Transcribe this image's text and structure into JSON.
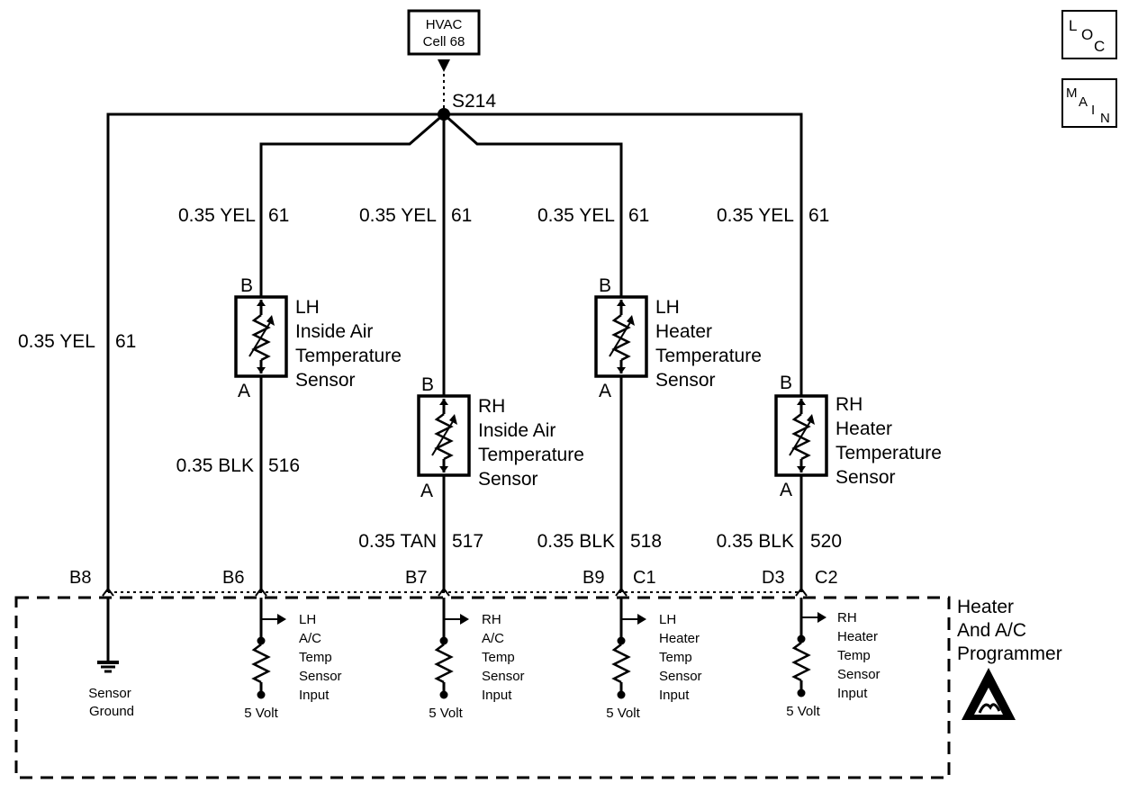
{
  "splice_source": {
    "line1": "HVAC",
    "line2": "Cell 68"
  },
  "splice": {
    "label": "S214"
  },
  "nav_icons": {
    "loc": [
      "L",
      "O",
      "C"
    ],
    "main": [
      "M",
      "A",
      "I",
      "N"
    ]
  },
  "wires": {
    "ground": {
      "size_color": "0.35 YEL",
      "circuit": "61"
    },
    "lh_inside_top": {
      "size_color": "0.35 YEL",
      "circuit": "61"
    },
    "rh_inside_top": {
      "size_color": "0.35 YEL",
      "circuit": "61"
    },
    "lh_heater_top": {
      "size_color": "0.35 YEL",
      "circuit": "61"
    },
    "rh_heater_top": {
      "size_color": "0.35 YEL",
      "circuit": "61"
    },
    "lh_inside_bottom": {
      "size_color": "0.35 BLK",
      "circuit": "516"
    },
    "rh_inside_bottom": {
      "size_color": "0.35 TAN",
      "circuit": "517"
    },
    "lh_heater_bottom": {
      "size_color": "0.35 BLK",
      "circuit": "518"
    },
    "rh_heater_bottom": {
      "size_color": "0.35 BLK",
      "circuit": "520"
    }
  },
  "sensors": {
    "lh_inside": {
      "lines": [
        "LH",
        "Inside Air",
        "Temperature",
        "Sensor"
      ],
      "pin_top": "B",
      "pin_bottom": "A"
    },
    "rh_inside": {
      "lines": [
        "RH",
        "Inside Air",
        "Temperature",
        "Sensor"
      ],
      "pin_top": "B",
      "pin_bottom": "A"
    },
    "lh_heater": {
      "lines": [
        "LH",
        "Heater",
        "Temperature",
        "Sensor"
      ],
      "pin_top": "B",
      "pin_bottom": "A"
    },
    "rh_heater": {
      "lines": [
        "RH",
        "Heater",
        "Temperature",
        "Sensor"
      ],
      "pin_top": "B",
      "pin_bottom": "A"
    }
  },
  "connector_pins": {
    "b8": "B8",
    "b6": "B6",
    "b7": "B7",
    "b9": "B9",
    "c1": "C1",
    "d3": "D3",
    "c2": "C2"
  },
  "module": {
    "name_lines": [
      "Heater",
      "And A/C",
      "Programmer"
    ],
    "ground_label": [
      "Sensor",
      "Ground"
    ],
    "inputs": [
      {
        "lines": [
          "LH",
          "A/C",
          "Temp",
          "Sensor",
          "Input"
        ],
        "supply": "5 Volt"
      },
      {
        "lines": [
          "RH",
          "A/C",
          "Temp",
          "Sensor",
          "Input"
        ],
        "supply": "5 Volt"
      },
      {
        "lines": [
          "LH",
          "Heater",
          "Temp",
          "Sensor",
          "Input"
        ],
        "supply": "5 Volt"
      },
      {
        "lines": [
          "RH",
          "Heater",
          "Temp",
          "Sensor",
          "Input"
        ],
        "supply": "5 Volt"
      }
    ]
  }
}
